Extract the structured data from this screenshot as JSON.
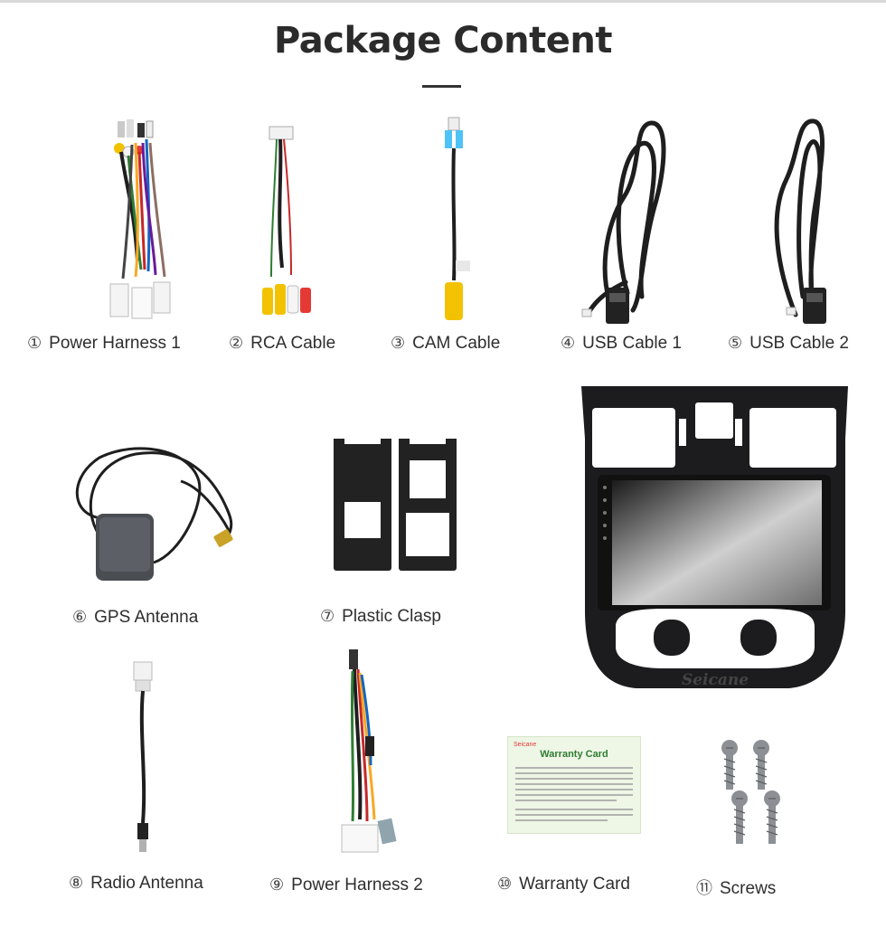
{
  "header": {
    "title": "Package Content"
  },
  "items": [
    {
      "num": "①",
      "label": "Power Harness 1",
      "icon": "power-harness-icon"
    },
    {
      "num": "②",
      "label": "RCA Cable",
      "icon": "rca-cable-icon"
    },
    {
      "num": "③",
      "label": "CAM Cable",
      "icon": "cam-cable-icon"
    },
    {
      "num": "④",
      "label": "USB Cable 1",
      "icon": "usb-cable-icon"
    },
    {
      "num": "⑤",
      "label": "USB Cable 2",
      "icon": "usb-cable-icon"
    },
    {
      "num": "⑥",
      "label": "GPS Antenna",
      "icon": "gps-antenna-icon"
    },
    {
      "num": "⑦",
      "label": "Plastic Clasp",
      "icon": "plastic-clasp-icon"
    },
    {
      "num": "⑧",
      "label": "Radio Antenna",
      "icon": "radio-antenna-icon"
    },
    {
      "num": "⑨",
      "label": "Power Harness 2",
      "icon": "power-harness-icon"
    },
    {
      "num": "⑩",
      "label": "Warranty Card",
      "icon": "warranty-card-icon"
    },
    {
      "num": "⑪",
      "label": "Screws",
      "icon": "screw-icon"
    }
  ],
  "head_unit": {
    "brand": "Seicane"
  },
  "warranty_card": {
    "brand": "Seicane",
    "title": "Warranty Card"
  },
  "colors": {
    "title": "#2b2b2b",
    "cable": "#1e1e1e",
    "card_title": "#2e7d32",
    "card_bg": "#eef6e6",
    "brand_red": "#e53935"
  }
}
